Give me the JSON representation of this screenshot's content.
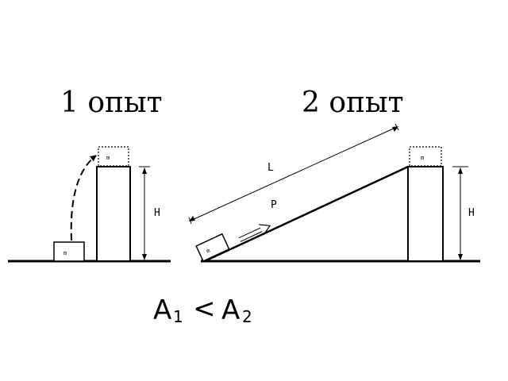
{
  "headings": {
    "experiment_1": "1 опыт",
    "experiment_2": "2 опыт"
  },
  "labels": {
    "height_1": "H",
    "height_2": "H",
    "incline_length": "L",
    "force": "P",
    "mass_1_ground": "m",
    "mass_1_top": "m",
    "mass_2_incline": "m",
    "mass_2_top": "m"
  },
  "formula": {
    "left": "A",
    "left_sub": "1",
    "relation": "<",
    "right": "A",
    "right_sub": "2"
  },
  "colors": {
    "stroke": "#000000",
    "background": "#ffffff"
  }
}
